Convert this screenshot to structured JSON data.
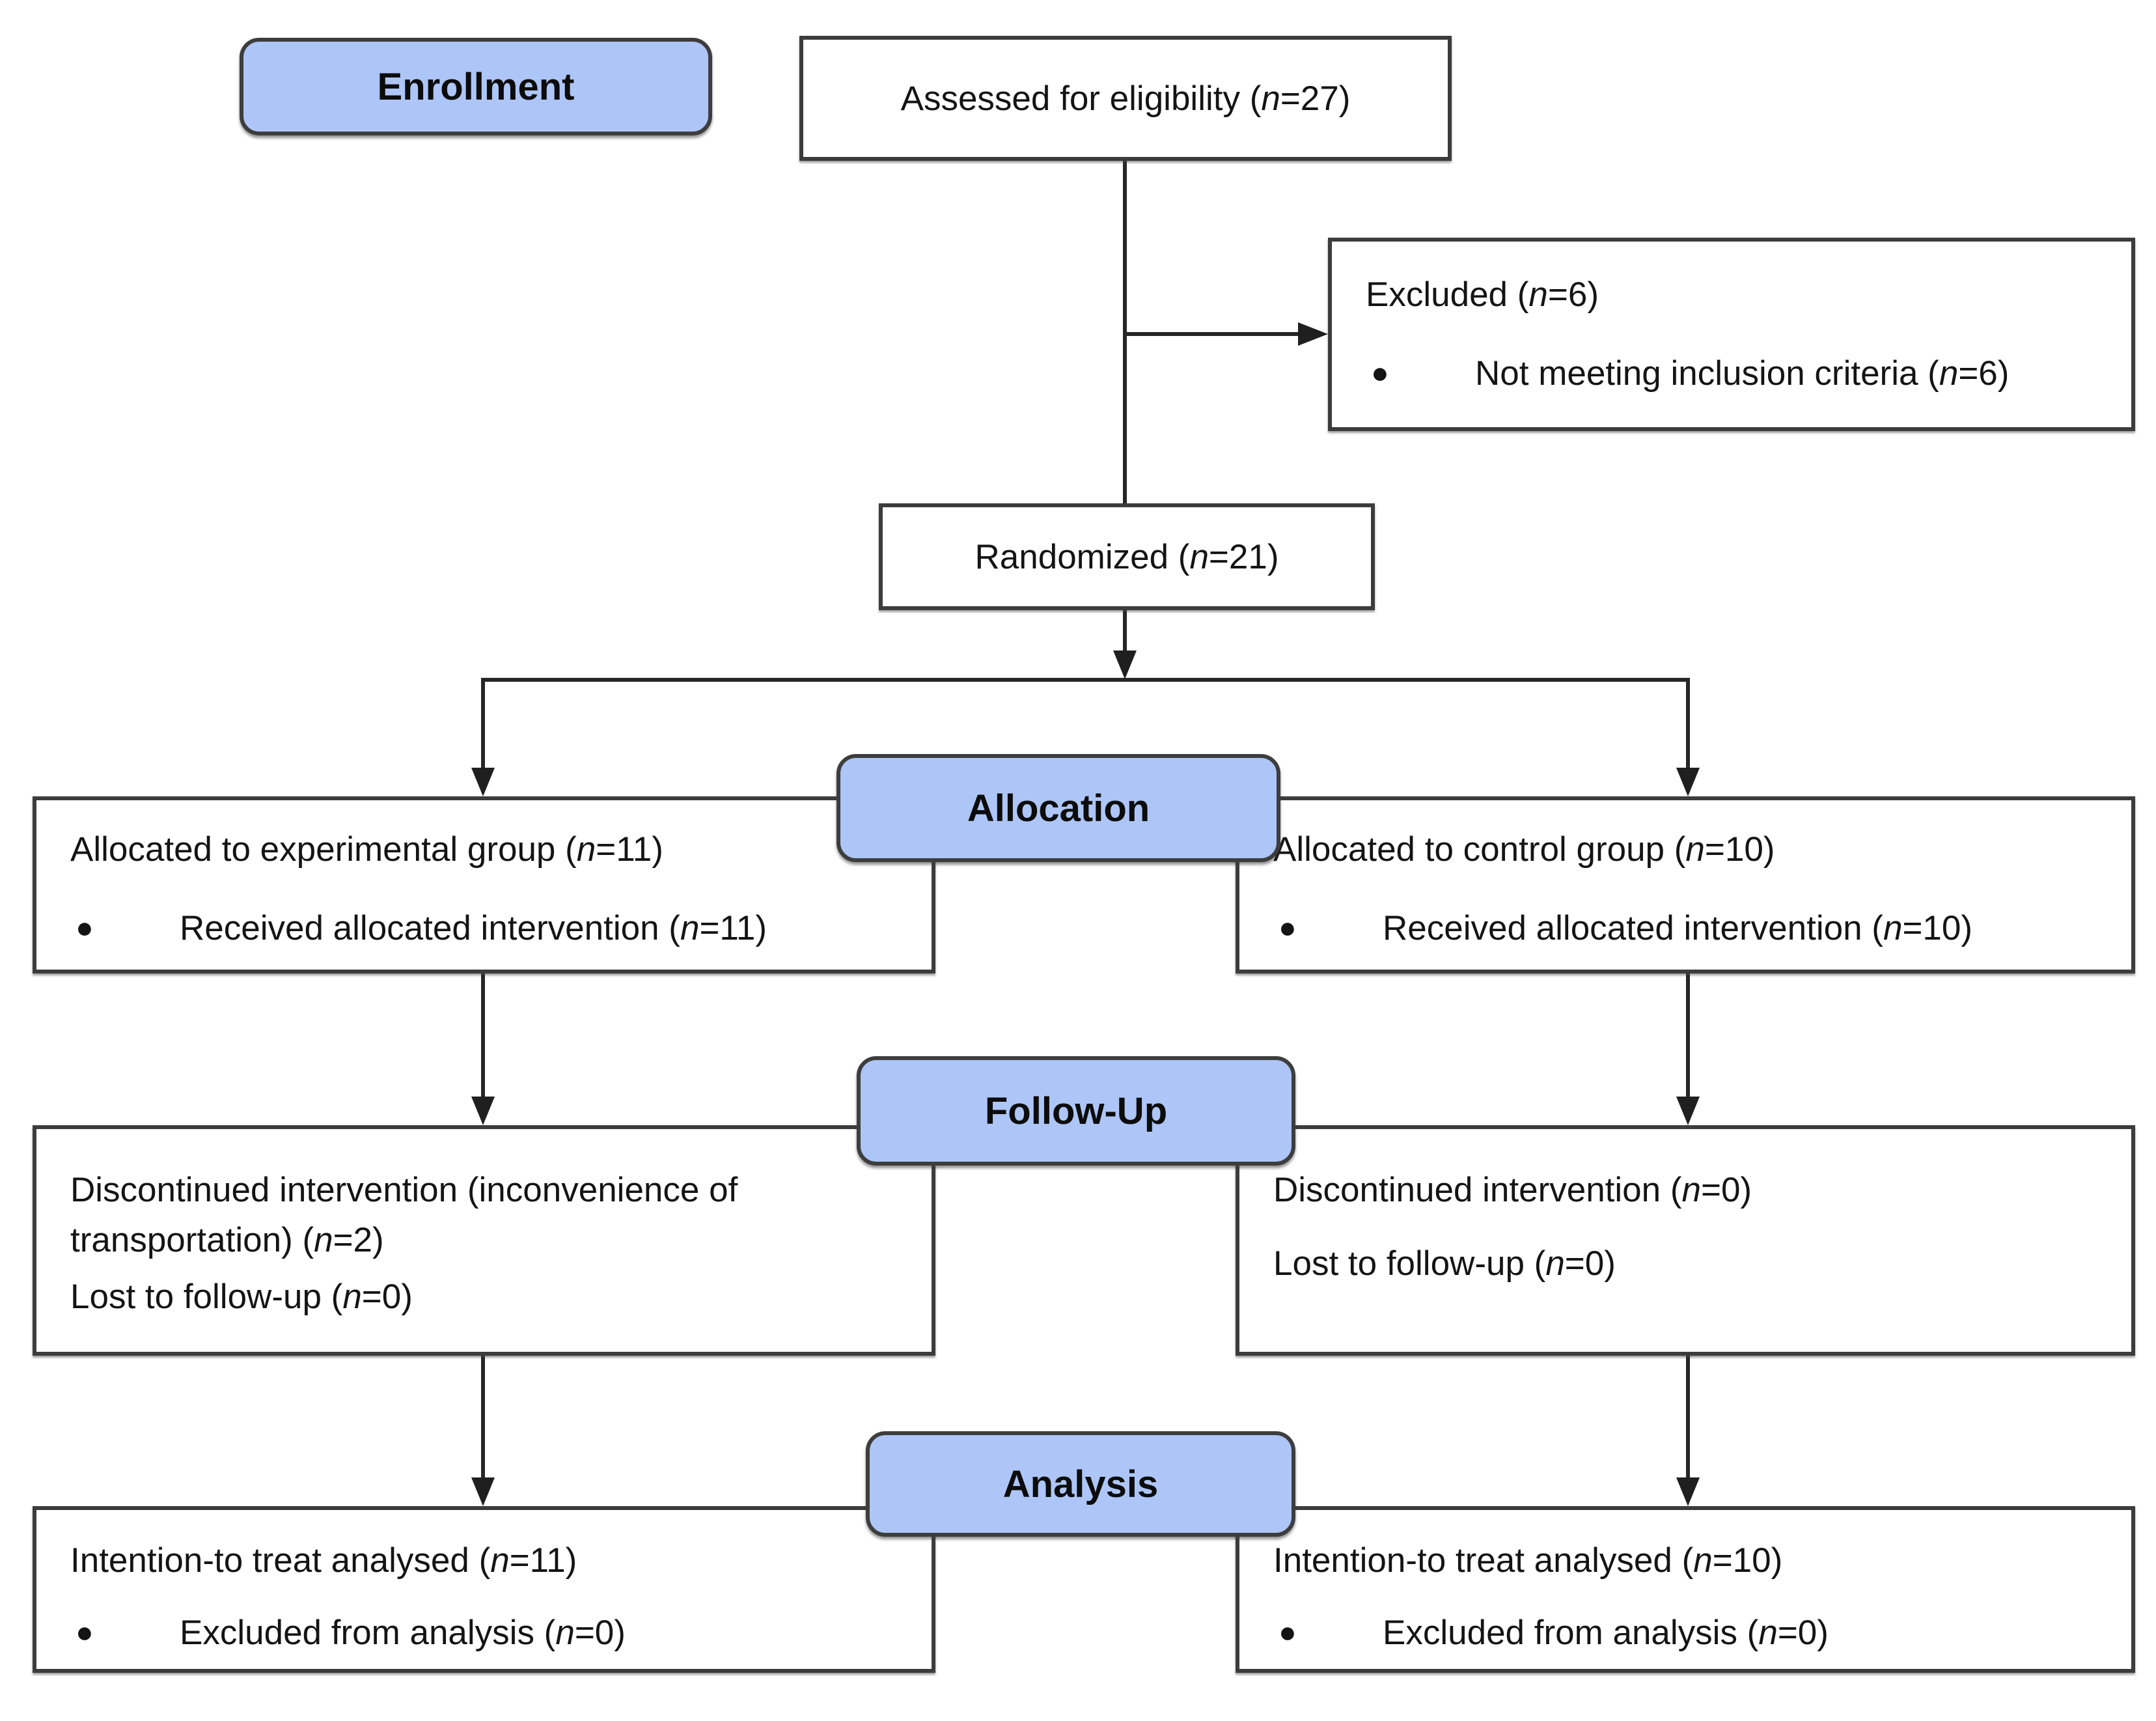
{
  "diagram": {
    "title": "CONSORT participant flow diagram",
    "bullet": "●",
    "colors": {
      "stage_fill": "#adc6f7",
      "stage_border": "#3d3d3d",
      "box_border": "#3c3c3c",
      "connector": "#262626",
      "text": "#141414"
    },
    "stages": {
      "enrollment": "Enrollment",
      "allocation": "Allocation",
      "followup": "Follow-Up",
      "analysis": "Analysis"
    },
    "boxes": {
      "assessed": {
        "text": "Assessed for eligibility (n=27)"
      },
      "excluded": {
        "title": "Excluded (n=6)",
        "items": [
          "Not meeting inclusion criteria (n=6)"
        ]
      },
      "randomized": {
        "text": "Randomized (n=21)"
      },
      "alloc_left": {
        "title": "Allocated to experimental group (n=11)",
        "items": [
          "Received allocated intervention (n=11)"
        ]
      },
      "alloc_right": {
        "title": "Allocated to control group (n=10)",
        "items": [
          "Received allocated intervention (n=10)"
        ]
      },
      "followup_left": {
        "lines": [
          "Discontinued intervention (inconvenience of transportation) (n=2)",
          "Lost to follow-up (n=0)"
        ]
      },
      "followup_right": {
        "lines": [
          "Discontinued intervention (n=0)",
          "Lost to follow-up (n=0)"
        ]
      },
      "analysis_left": {
        "title": "Intention-to treat analysed (n=11)",
        "items": [
          "Excluded from analysis (n=0)"
        ]
      },
      "analysis_right": {
        "title": "Intention-to treat analysed (n=10)",
        "items": [
          "Excluded from analysis (n=0)"
        ]
      }
    }
  }
}
